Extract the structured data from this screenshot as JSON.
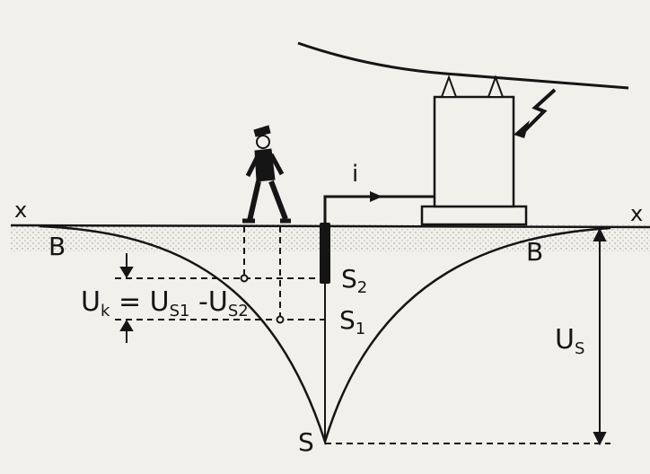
{
  "labels": {
    "x_left": "x",
    "x_right": "x",
    "b_left": "B",
    "b_right": "B",
    "current": "i",
    "s2": "S",
    "s2_sub": "2",
    "s1": "S",
    "s1_sub": "1",
    "s": "S",
    "uk": "U",
    "uk_sub": "k",
    "eq": " = ",
    "us1": "U",
    "us1_sub": "S1",
    "minus": " -",
    "us2": "U",
    "us2_sub": "S2",
    "us": "U",
    "us_sub": "S"
  },
  "icons": {
    "person": "walking-person-icon",
    "substation": "transformer-icon",
    "fault": "lightning-bolt-icon"
  },
  "colors": {
    "ink": "#151515",
    "paper": "#f2f0eb",
    "ground": "#d9d6cf"
  }
}
